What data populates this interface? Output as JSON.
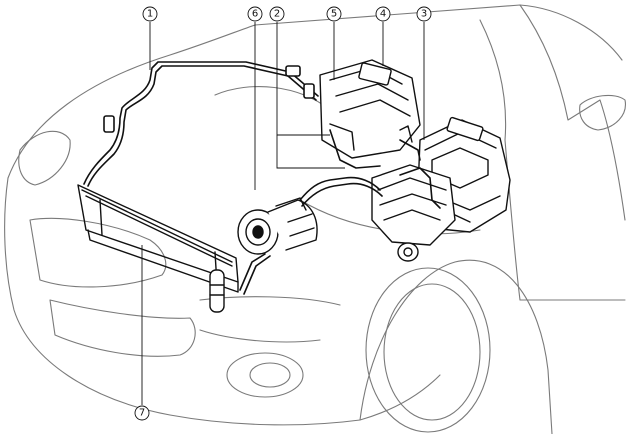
{
  "diagram": {
    "callouts": [
      {
        "id": "1",
        "label": "①"
      },
      {
        "id": "6",
        "label": "⑥"
      },
      {
        "id": "2",
        "label": "②"
      },
      {
        "id": "5",
        "label": "⑤"
      },
      {
        "id": "4",
        "label": "④"
      },
      {
        "id": "3",
        "label": "③"
      },
      {
        "id": "7",
        "label": "⑦"
      }
    ],
    "colors": {
      "line": "#111111",
      "body": "#777777",
      "background": "#ffffff"
    }
  }
}
